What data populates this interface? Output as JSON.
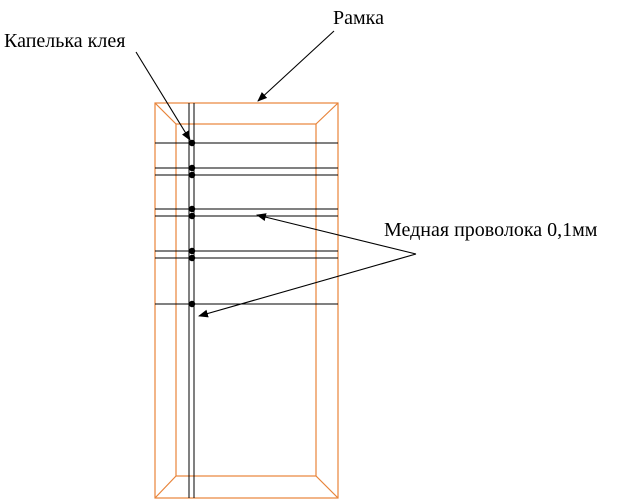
{
  "labels": {
    "glue_drop": "Капелька клея",
    "frame": "Рамка",
    "copper_wire": "Медная проволока 0,1мм"
  },
  "colors": {
    "frame": "#e8843a",
    "wire": "#000000",
    "glue": "#000000",
    "background": "#ffffff"
  }
}
